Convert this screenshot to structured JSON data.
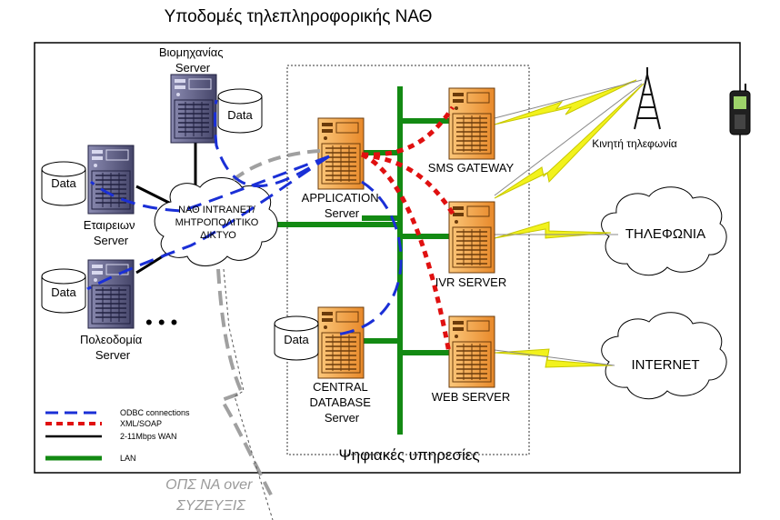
{
  "title": "Υποδομές τηλεπληροφορικής ΝΑΘ",
  "digital_services_label": "Ψηφιακές υπηρεσίες",
  "cloud_intranet": [
    "ΝΑΘ INTRANET/",
    "ΜΗΤΡΟΠΟΛΙΤΙΚΟ",
    "ΔΙΚΤΥΟ"
  ],
  "servers": {
    "industry": [
      "Βιομηχανίας",
      "Server"
    ],
    "companies": [
      "Εταιρειων",
      "Server"
    ],
    "urban": [
      "Πολεοδομία",
      "Server"
    ],
    "application": [
      "APPLICATION",
      "Server"
    ],
    "central_db": [
      "CENTRAL",
      "DATABASE",
      "Server"
    ],
    "sms": "SMS GATEWAY",
    "ivr": "IVR SERVER",
    "web": "WEB SERVER"
  },
  "data_label": "Data",
  "mobile_label": "Κινητή τηλεφωνία",
  "telephony_cloud": "ΤΗΛΕΦΩΝΙΑ",
  "internet_cloud": "INTERNET",
  "ops_label": [
    "ΟΠΣ ΝΑ over",
    "ΣΥΖΕΥΞΙΣ"
  ],
  "ellipsis": "•  •  •",
  "legend": {
    "odbc": "ODBC connections",
    "xml": "XML/SOAP",
    "wan": "2-11Mbps  WAN",
    "lan": "LAN"
  },
  "colors": {
    "odbc": "#1a2fd6",
    "xml": "#e01010",
    "wan": "#000000",
    "lan": "#138a13",
    "server_orange": "#f7a640",
    "server_purple": "#5a5a86",
    "lightning": "#f2f21c"
  }
}
